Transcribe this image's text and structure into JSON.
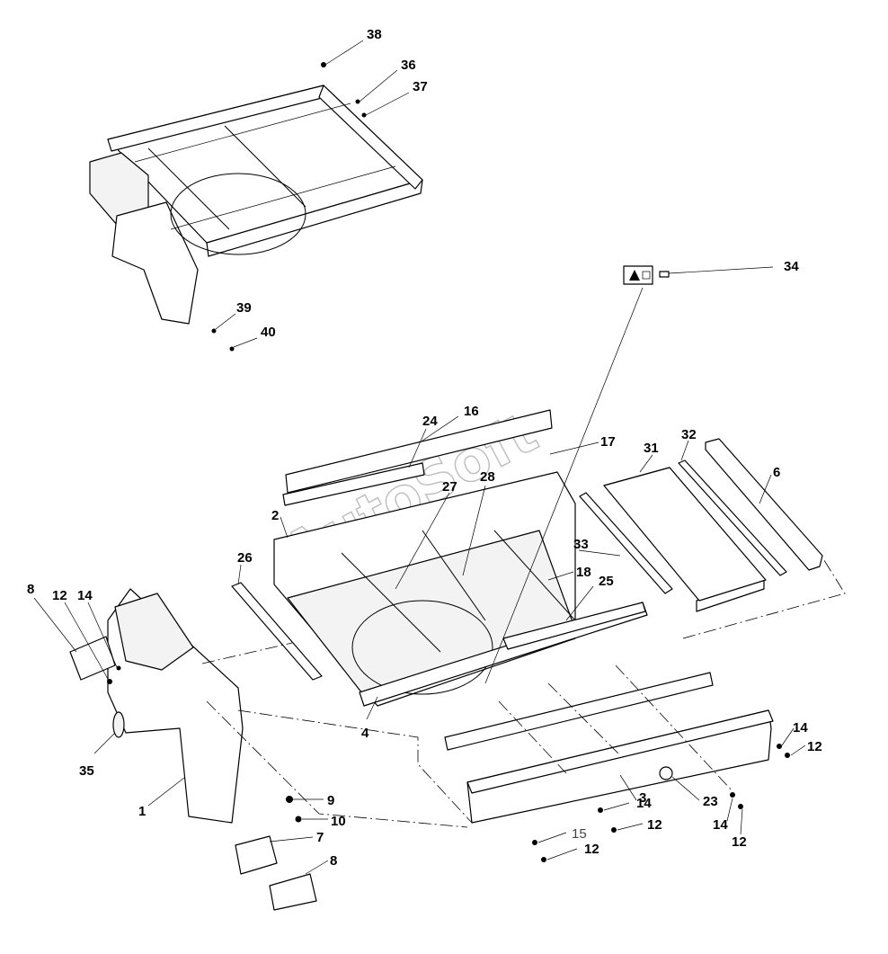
{
  "diagram": {
    "watermark": "AutoSoft",
    "callouts": [
      {
        "id": "38",
        "text": "38"
      },
      {
        "id": "36",
        "text": "36"
      },
      {
        "id": "37",
        "text": "37"
      },
      {
        "id": "34",
        "text": "34"
      },
      {
        "id": "39",
        "text": "39"
      },
      {
        "id": "40",
        "text": "40"
      },
      {
        "id": "16",
        "text": "16"
      },
      {
        "id": "24",
        "text": "24"
      },
      {
        "id": "17",
        "text": "17"
      },
      {
        "id": "31",
        "text": "31"
      },
      {
        "id": "32",
        "text": "32"
      },
      {
        "id": "6",
        "text": "6"
      },
      {
        "id": "27",
        "text": "27"
      },
      {
        "id": "28",
        "text": "28"
      },
      {
        "id": "2",
        "text": "2"
      },
      {
        "id": "33",
        "text": "33"
      },
      {
        "id": "26",
        "text": "26"
      },
      {
        "id": "18",
        "text": "18"
      },
      {
        "id": "25",
        "text": "25"
      },
      {
        "id": "8a",
        "text": "8"
      },
      {
        "id": "12a",
        "text": "12"
      },
      {
        "id": "14a",
        "text": "14"
      },
      {
        "id": "4",
        "text": "4"
      },
      {
        "id": "35",
        "text": "35"
      },
      {
        "id": "14b",
        "text": "14"
      },
      {
        "id": "12b",
        "text": "12"
      },
      {
        "id": "1",
        "text": "1"
      },
      {
        "id": "9",
        "text": "9"
      },
      {
        "id": "10",
        "text": "10"
      },
      {
        "id": "3",
        "text": "3"
      },
      {
        "id": "23",
        "text": "23"
      },
      {
        "id": "14c",
        "text": "14"
      },
      {
        "id": "12c",
        "text": "12"
      },
      {
        "id": "14d",
        "text": "14"
      },
      {
        "id": "12d",
        "text": "12"
      },
      {
        "id": "15",
        "text": "15"
      },
      {
        "id": "12e",
        "text": "12"
      },
      {
        "id": "7",
        "text": "7"
      },
      {
        "id": "8b",
        "text": "8"
      }
    ]
  }
}
